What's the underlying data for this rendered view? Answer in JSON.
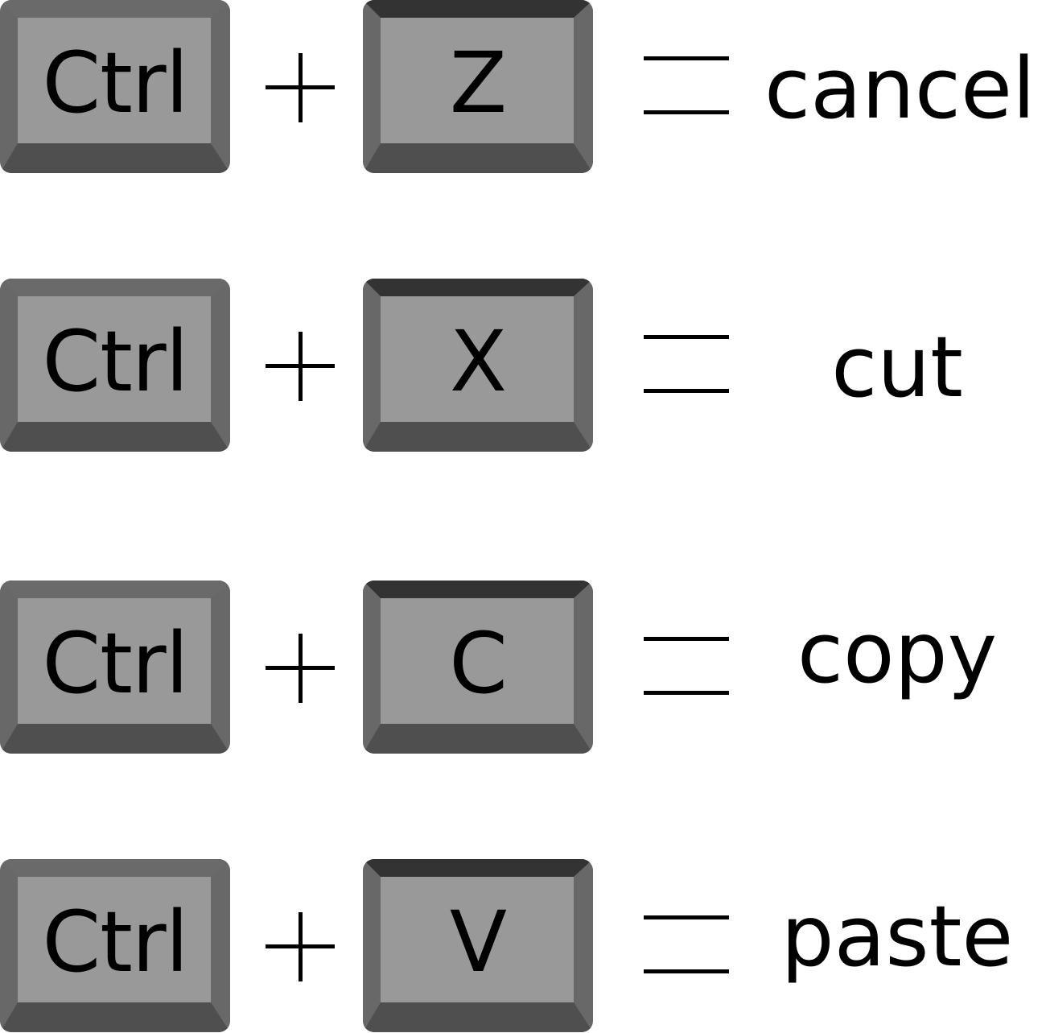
{
  "colors": {
    "background": "#ffffff",
    "key_face": "#999999",
    "key_side": "#686868",
    "key_bottom": "#4f4f4f",
    "key_top_dark": "#333333",
    "text": "#000000"
  },
  "shortcuts": [
    {
      "modifier": "Ctrl",
      "plus": "+",
      "key": "Z",
      "equals": "=",
      "action": "cancel"
    },
    {
      "modifier": "Ctrl",
      "plus": "+",
      "key": "X",
      "equals": "=",
      "action": "cut"
    },
    {
      "modifier": "Ctrl",
      "plus": "+",
      "key": "C",
      "equals": "=",
      "action": "copy"
    },
    {
      "modifier": "Ctrl",
      "plus": "+",
      "key": "V",
      "equals": "=",
      "action": "paste"
    }
  ]
}
